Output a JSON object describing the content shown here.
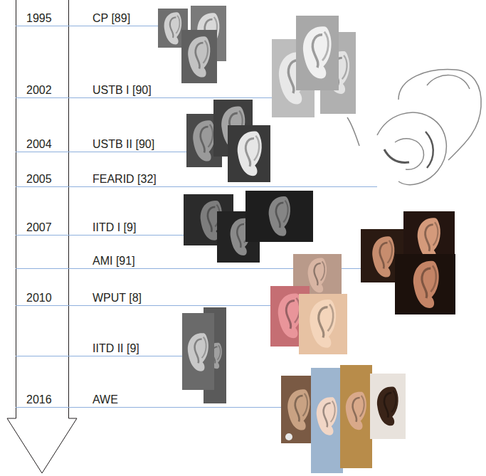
{
  "diagram": {
    "labels": [
      "1995",
      "CP [89]",
      "2002",
      "USTB I [90]",
      "2004",
      "USTB II [90]",
      "2005",
      "FEARID [32]",
      "2007",
      "IITD I [9]",
      "AMI [91]",
      "2010",
      "WPUT [8]",
      "IITD II [9]",
      "2016",
      "AWE"
    ]
  }
}
